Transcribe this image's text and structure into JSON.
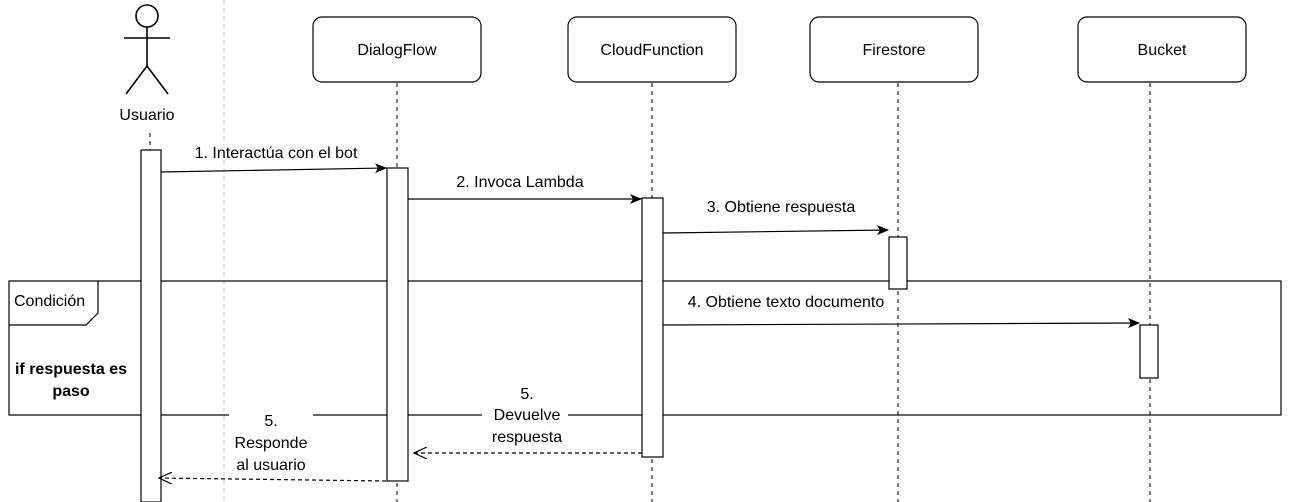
{
  "participants": {
    "user": "Usuario",
    "dialogflow": "DialogFlow",
    "cloudfunction": "CloudFunction",
    "firestore": "Firestore",
    "bucket": "Bucket"
  },
  "messages": {
    "m1": "1. Interactúa con el bot",
    "m2": "2. Invoca Lambda",
    "m3": "3. Obtiene respuesta",
    "m4": "4. Obtiene texto documento",
    "m5a_line1": "5.",
    "m5a_line2": "Devuelve",
    "m5a_line3": "respuesta",
    "m5b_line1": "5.",
    "m5b_line2": "Responde",
    "m5b_line3": "al usuario"
  },
  "frame": {
    "label": "Condición",
    "guard_line1": "if respuesta es",
    "guard_line2": "paso"
  }
}
